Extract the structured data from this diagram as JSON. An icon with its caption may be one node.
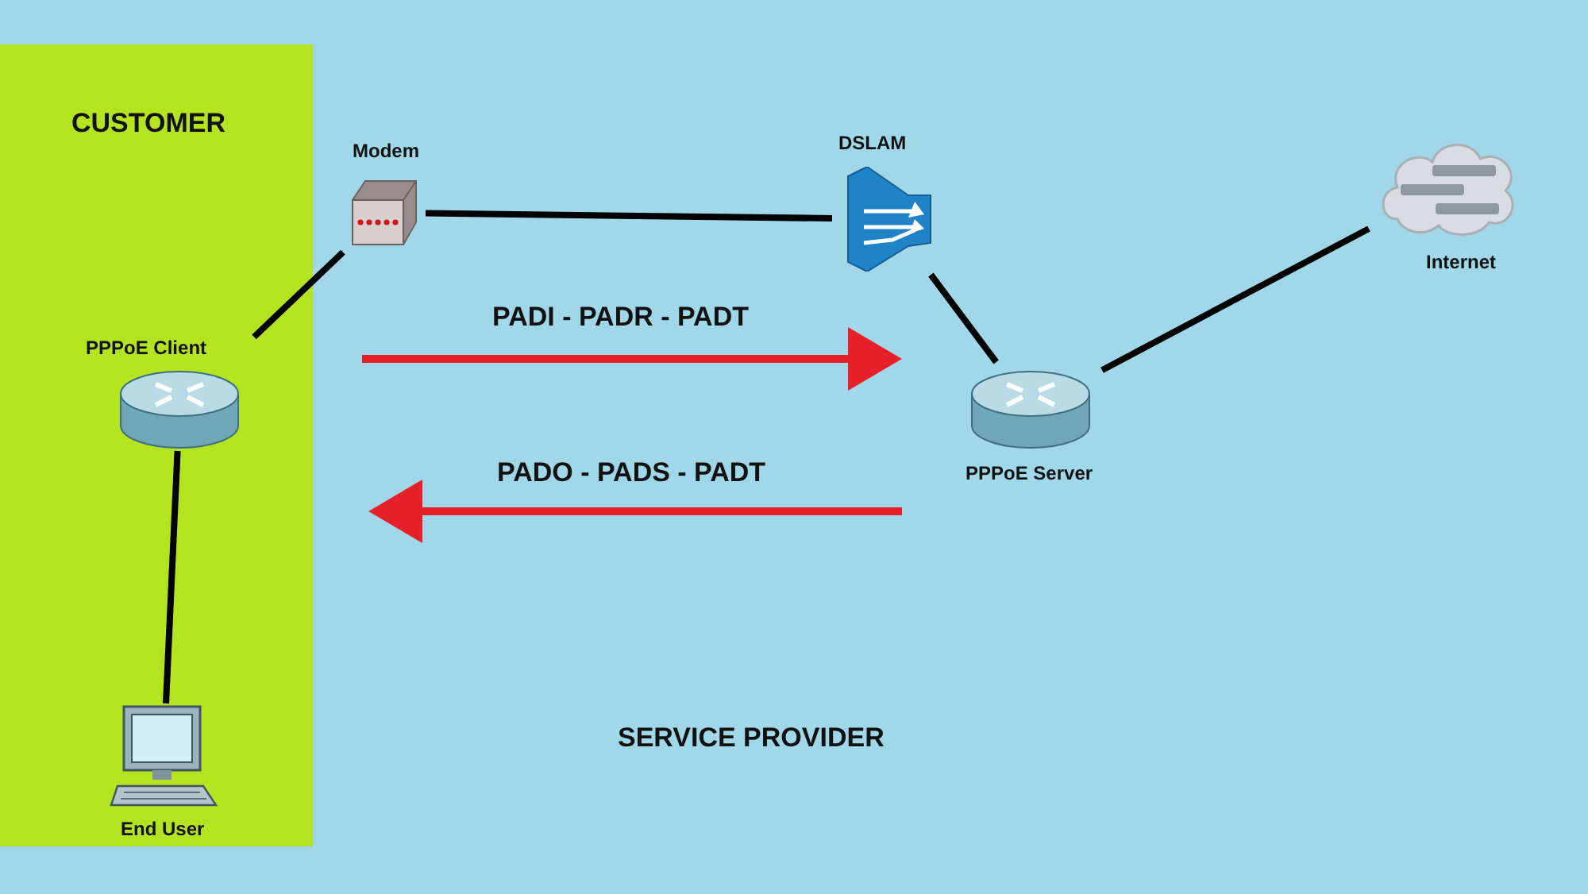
{
  "diagram": {
    "nodes": [
      {
        "text": [
          "CUSTOMER"
        ]
      },
      {
        "text": [
          "Modem"
        ]
      },
      {
        "text": [
          "DSLAM"
        ]
      },
      {
        "text": [
          "Internet"
        ]
      },
      {
        "text": [
          "PPPoE Client"
        ],
        "in": 0
      },
      {
        "text": [
          "PPPoE Server"
        ]
      },
      {
        "text": [
          "End User"
        ],
        "in": 0
      }
    ],
    "edges": [
      {
        "from": 4,
        "to": 1,
        "arrow": "none"
      },
      {
        "from": 1,
        "to": 2,
        "arrow": "none"
      },
      {
        "from": 2,
        "to": 5,
        "arrow": "none"
      },
      {
        "from": 5,
        "to": 3,
        "arrow": "none"
      },
      {
        "from": 4,
        "to": 6,
        "arrow": "none"
      }
    ],
    "labels": [
      "PADI - PADR - PADT",
      "PADO - PADS - PADT",
      "SERVICE PROVIDER"
    ]
  }
}
